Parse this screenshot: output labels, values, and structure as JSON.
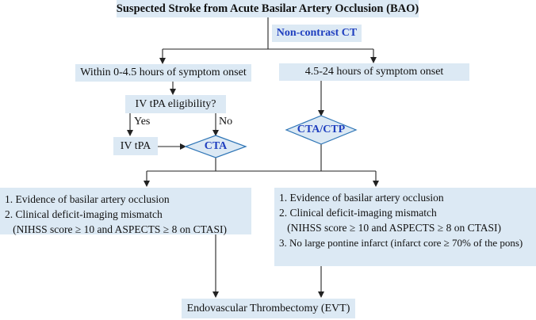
{
  "title": "Suspected Stroke from Acute Basilar Artery Occlusion (BAO)",
  "ct_label": "Non-contrast CT",
  "left_branch": "Within 0-4.5 hours of symptom onset",
  "right_branch": "4.5-24 hours of symptom onset",
  "eligibility": "IV tPA eligibility?",
  "yes_label": "Yes",
  "no_label": "No",
  "iv_tpa": "IV tPA",
  "cta": "CTA",
  "cta_ctp": "CTA/CTP",
  "left_criteria": [
    "1. Evidence of basilar artery occlusion",
    "2. Clinical deficit-imaging mismatch",
    "   (NIHSS score ≥ 10 and ASPECTS ≥ 8 on CTASI)"
  ],
  "right_criteria": [
    "1. Evidence of basilar artery occlusion",
    "2. Clinical deficit-imaging mismatch",
    "   (NIHSS score ≥ 10 and ASPECTS ≥ 8 on CTASI)",
    "3. No large pontine infarct (infarct core ≥ 70% of the pons)"
  ],
  "outcome": "Endovascular Thrombectomy (EVT)",
  "colors": {
    "box_fill": "#dce9f4",
    "diamond_fill": "#dce9f4",
    "diamond_stroke": "#2e75b6",
    "accent_text": "#1f3fbf",
    "line": "#222222"
  }
}
